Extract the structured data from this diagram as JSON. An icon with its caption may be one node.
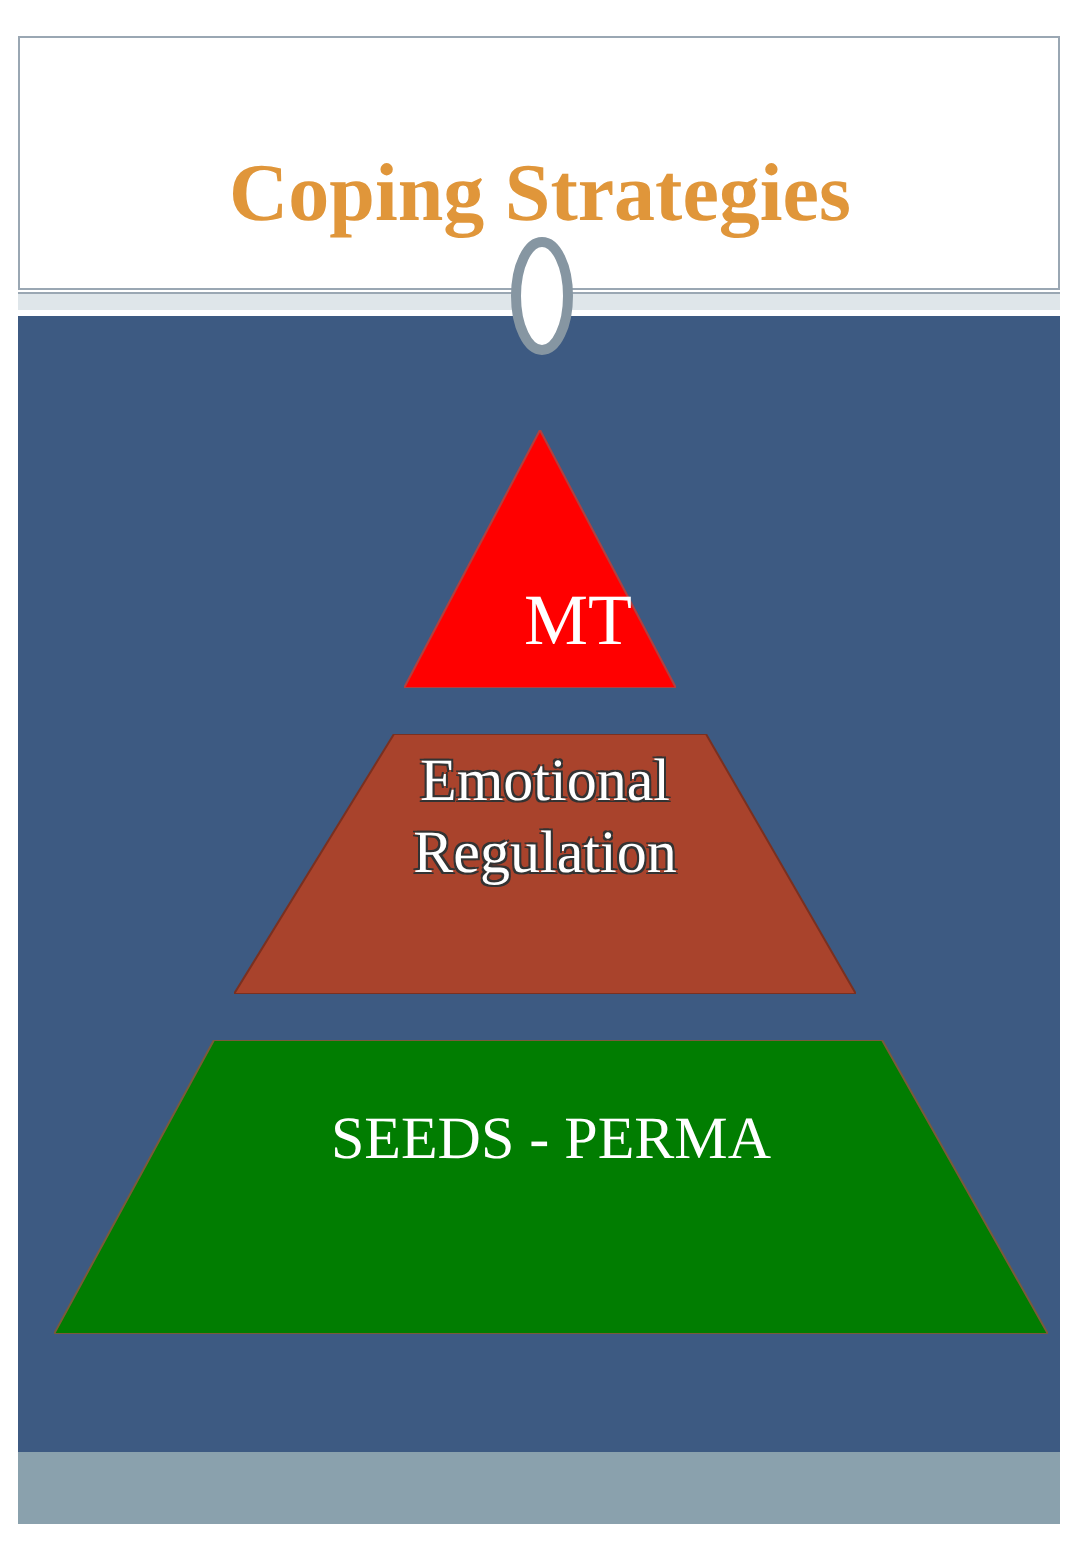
{
  "diagram": {
    "title": "Coping Strategies",
    "nodes": [
      {
        "text": [
          "MT"
        ]
      },
      {
        "text": [
          "Emotional Regulation"
        ]
      },
      {
        "text": [
          "SEEDS - PERMA"
        ]
      }
    ]
  }
}
